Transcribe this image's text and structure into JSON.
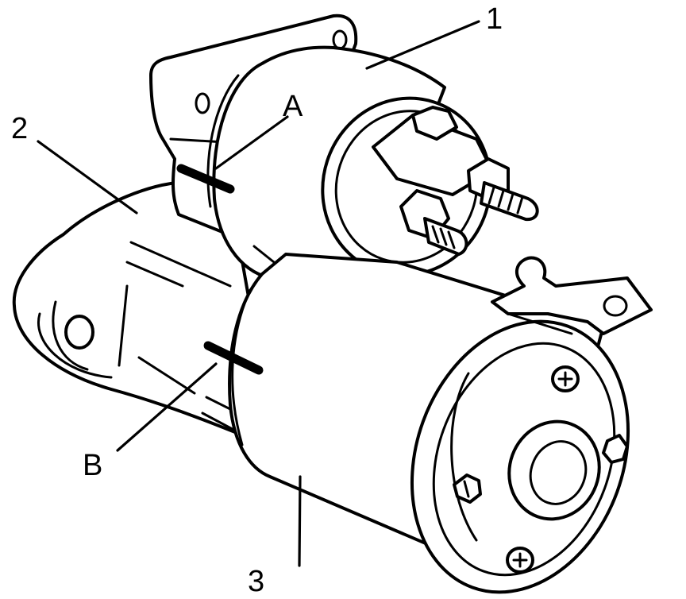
{
  "callouts": {
    "c1": "1",
    "c2": "2",
    "c3": "3",
    "ca": "A",
    "cb": "B"
  }
}
